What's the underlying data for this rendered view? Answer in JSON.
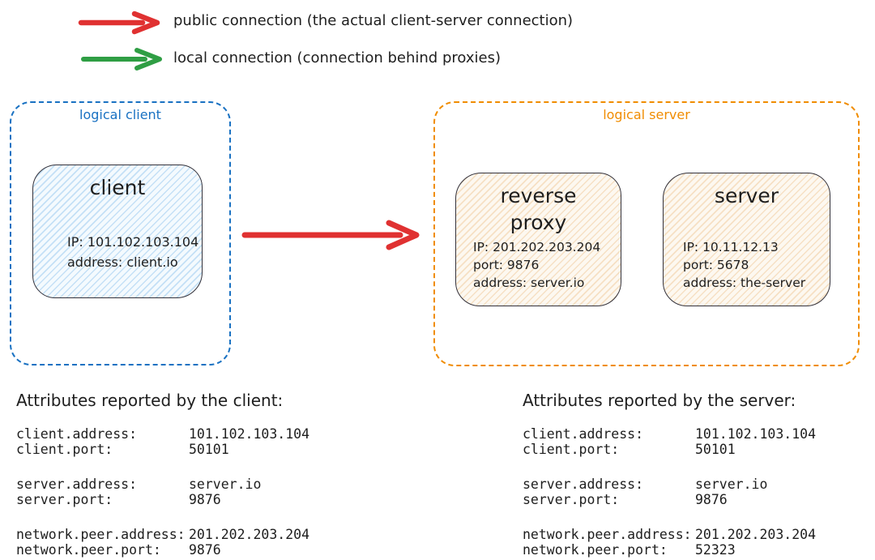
{
  "colors": {
    "public_connection": "#e03131",
    "local_connection": "#2f9e44",
    "logical_client_border": "#1971c2",
    "logical_server_border": "#f08c00",
    "client_node_fill": "#e7f3fc",
    "server_node_fill": "#fbf0e0",
    "text": "#1e1e1e"
  },
  "legend": {
    "items": [
      {
        "id": "public",
        "label": "public connection (the actual client-server connection)"
      },
      {
        "id": "local",
        "label": "local connection (connection behind proxies)"
      }
    ]
  },
  "diagram": {
    "logical_client": {
      "label": "logical client",
      "client_node": {
        "title": "client",
        "lines": [
          "IP: 101.102.103.104",
          "address: client.io"
        ]
      }
    },
    "logical_server": {
      "label": "logical server",
      "reverse_proxy_node": {
        "title": "reverse proxy",
        "title_lines": [
          "reverse",
          "proxy"
        ],
        "lines": [
          "IP: 201.202.203.204",
          "port: 9876",
          "address: server.io"
        ]
      },
      "server_node": {
        "title": "server",
        "lines": [
          "IP: 10.11.12.13",
          "port: 5678",
          "address: the-server"
        ]
      }
    }
  },
  "client_attributes": {
    "heading": "Attributes reported by the client:",
    "groups": [
      [
        {
          "key": "client.address:",
          "value": "101.102.103.104"
        },
        {
          "key": "client.port:",
          "value": "50101"
        }
      ],
      [
        {
          "key": "server.address:",
          "value": "server.io"
        },
        {
          "key": "server.port:",
          "value": "9876"
        }
      ],
      [
        {
          "key": "network.peer.address:",
          "value": "201.202.203.204"
        },
        {
          "key": "network.peer.port:",
          "value": "9876"
        }
      ]
    ]
  },
  "server_attributes": {
    "heading": "Attributes reported by the server:",
    "groups": [
      [
        {
          "key": "client.address:",
          "value": "101.102.103.104"
        },
        {
          "key": "client.port:",
          "value": "50101"
        }
      ],
      [
        {
          "key": "server.address:",
          "value": "server.io"
        },
        {
          "key": "server.port:",
          "value": "9876"
        }
      ],
      [
        {
          "key": "network.peer.address:",
          "value": "201.202.203.204"
        },
        {
          "key": "network.peer.port:",
          "value": "52323"
        }
      ]
    ]
  }
}
